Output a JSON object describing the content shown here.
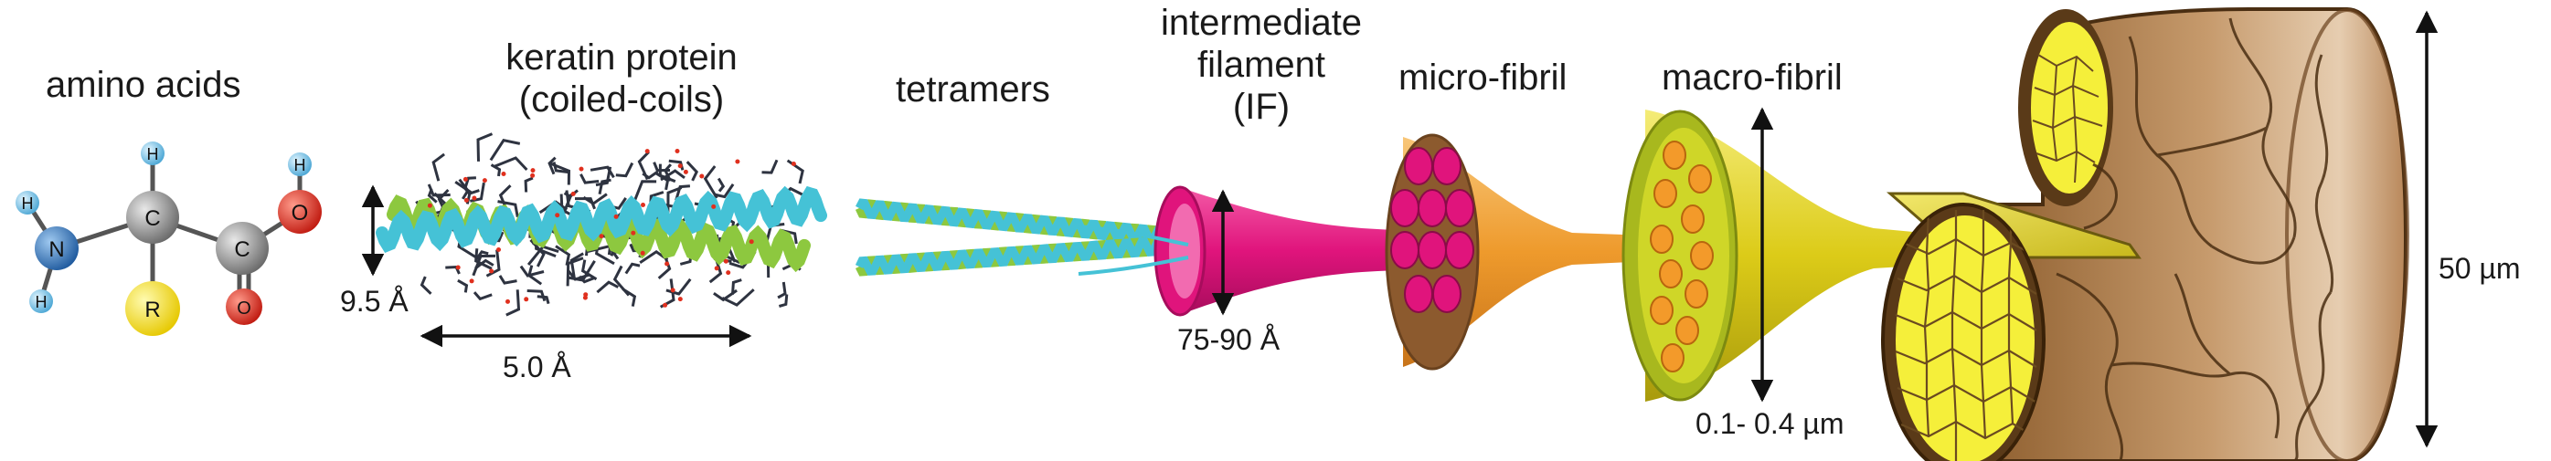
{
  "stages": {
    "amino_acids": "amino acids",
    "keratin_line1": "keratin protein",
    "keratin_line2": "(coiled-coils)",
    "tetramers": "tetramers",
    "if_line1": "intermediate",
    "if_line2": "filament",
    "if_line3": "(IF)",
    "microfibril": "micro-fibril",
    "macrofibril": "macro-fibril"
  },
  "atoms": {
    "nitrogen": "N",
    "carbon_alpha": "C",
    "carbon_carboxyl": "C",
    "oxygen_hydroxyl": "O",
    "oxygen_double": "O",
    "side_chain": "R",
    "hydrogen": "H"
  },
  "dimensions": {
    "coil_height": "9.5 Å",
    "coil_length": "5.0 Å",
    "if_diameter": "75-90 Å",
    "macrofibril_diameter": "0.1- 0.4 µm",
    "fiber_diameter": "50 µm"
  },
  "colors": {
    "nitrogen": "#2b6fb8",
    "carbon": "#8f8f8f",
    "oxygen": "#e0301e",
    "hydrogen": "#7cc6e8",
    "side_chain": "#f2e233",
    "helix_cyan": "#45c2d6",
    "helix_green": "#8dc83f",
    "if_magenta": "#e0147c",
    "microfibril_orange": "#f0a030",
    "macrofibril_yellow": "#e2d21e",
    "cortex_brown": "#8a5a2a",
    "cell_yellow": "#f5ef3a"
  }
}
